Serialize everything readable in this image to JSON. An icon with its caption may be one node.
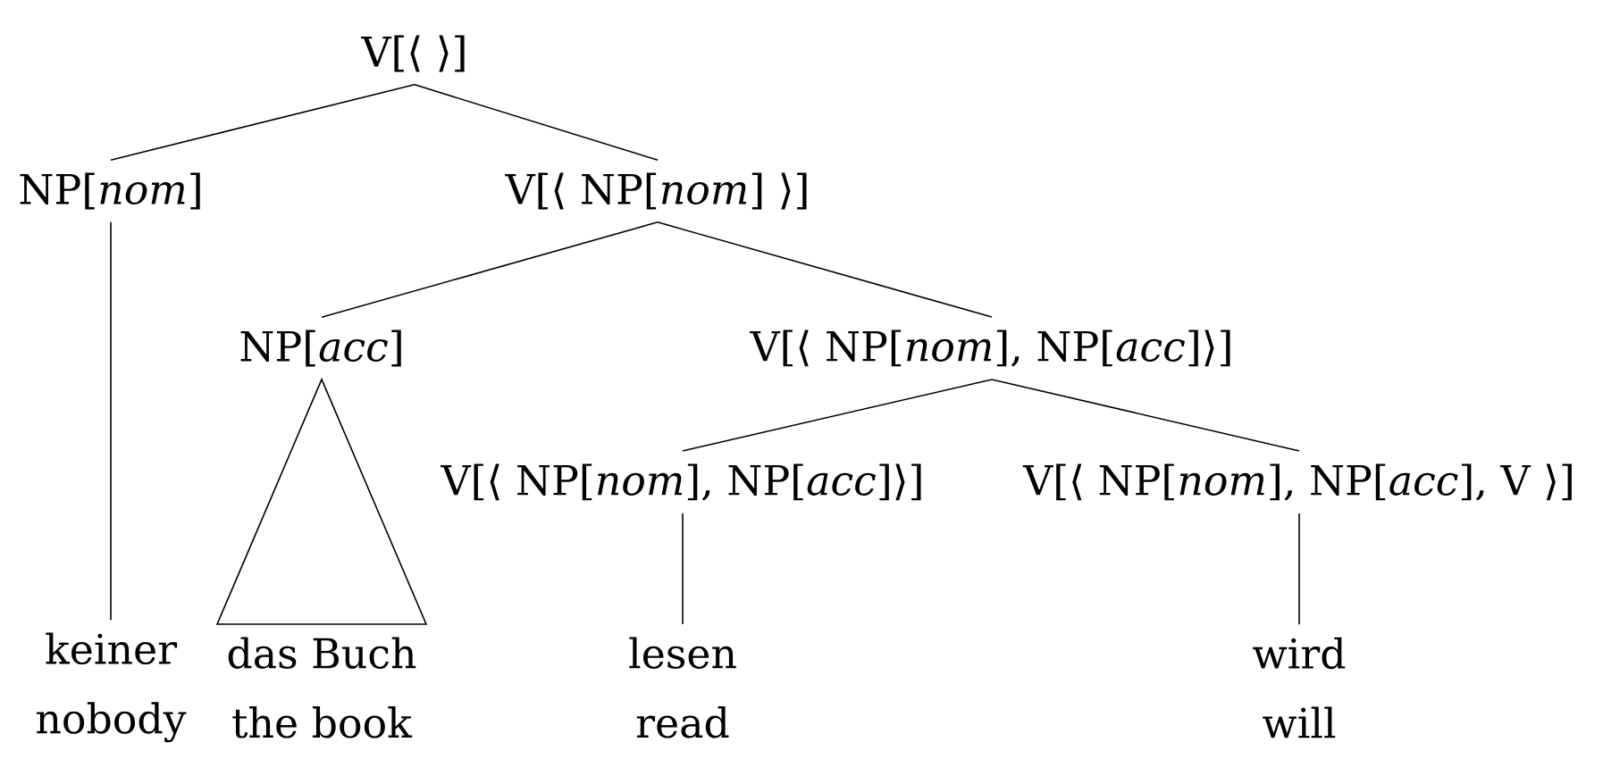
{
  "diagram": {
    "nodes": [
      {
        "text": [
          "V[⟨ ⟩]"
        ]
      },
      {
        "text": [
          "NP[*nom*]"
        ]
      },
      {
        "text": [
          "V[⟨ NP[*nom*] ⟩]"
        ]
      },
      {
        "text": [
          "NP[*acc*]"
        ]
      },
      {
        "text": [
          "V[⟨ NP[*nom*], NP[*acc*]⟩]"
        ]
      },
      {
        "text": [
          "keiner",
          "nobody"
        ]
      },
      {
        "text": [
          "das Buch",
          "the book"
        ]
      },
      {
        "text": [
          "V[⟨ NP[*nom*], NP[*acc*]⟩]"
        ]
      },
      {
        "text": [
          "V[⟨ NP[*nom*], NP[*acc*], V ⟩]"
        ]
      },
      {
        "text": [
          "lesen",
          "read"
        ]
      },
      {
        "text": [
          "wird",
          "will"
        ]
      }
    ],
    "edges": [
      {
        "from": 0,
        "to": 1,
        "arrow": "none"
      },
      {
        "from": 0,
        "to": 2,
        "arrow": "none"
      },
      {
        "from": 1,
        "to": 5,
        "arrow": "none"
      },
      {
        "from": 2,
        "to": 3,
        "arrow": "none"
      },
      {
        "from": 2,
        "to": 4,
        "arrow": "none"
      },
      {
        "from": 3,
        "to": 6,
        "arrow": "none"
      },
      {
        "from": 4,
        "to": 7,
        "arrow": "none"
      },
      {
        "from": 4,
        "to": 8,
        "arrow": "none"
      },
      {
        "from": 7,
        "to": 9,
        "arrow": "none"
      },
      {
        "from": 8,
        "to": 10,
        "arrow": "none"
      }
    ]
  }
}
